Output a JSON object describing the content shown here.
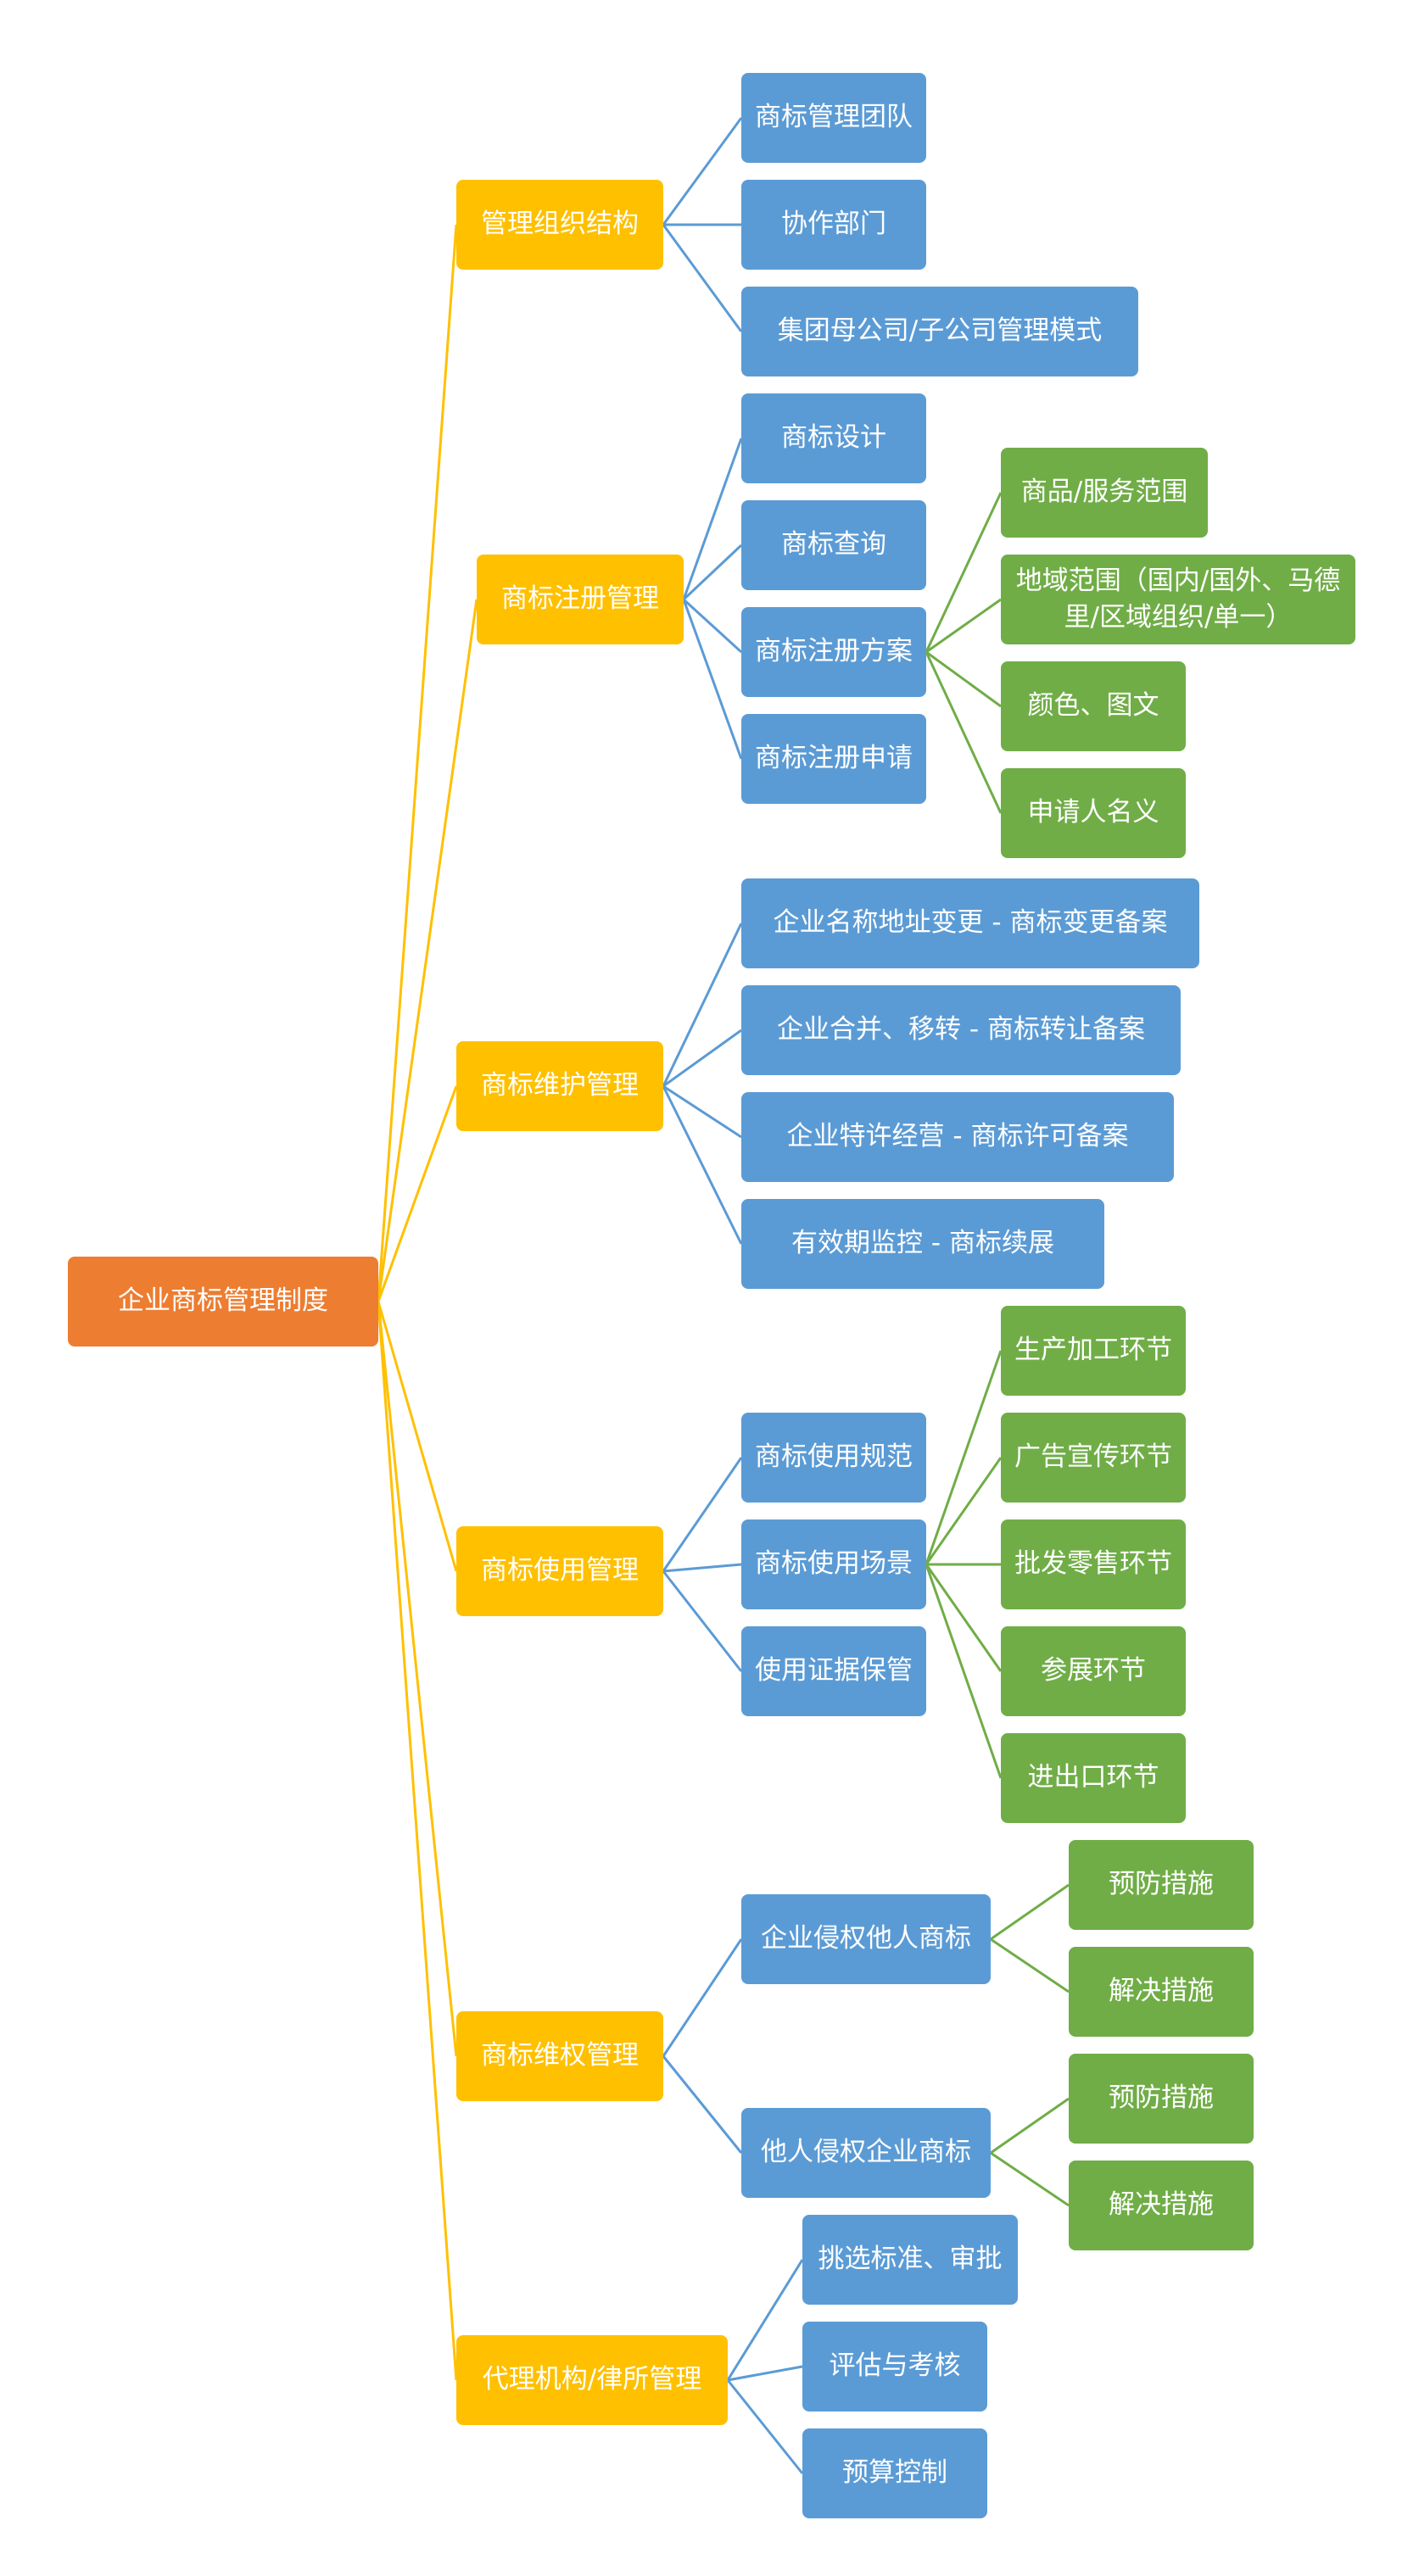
{
  "colors": {
    "root": "#ed7d31",
    "level1": "#ffc000",
    "level2": "#5b9bd5",
    "level3": "#70ad47",
    "edge_level1": "#ffc000",
    "edge_level2": "#5b9bd5",
    "edge_level3": "#70ad47"
  },
  "tree": {
    "root": "企业商标管理制度",
    "branches": [
      {
        "label": "管理组织结构",
        "children": [
          {
            "label": "商标管理团队"
          },
          {
            "label": "协作部门"
          },
          {
            "label": "集团母公司/子公司管理模式"
          }
        ]
      },
      {
        "label": "商标注册管理",
        "children": [
          {
            "label": "商标设计"
          },
          {
            "label": "商标查询"
          },
          {
            "label": "商标注册方案",
            "children": [
              {
                "label": "商品/服务范围"
              },
              {
                "label": "地域范围（国内/国外、马德里/区域组织/单一）"
              },
              {
                "label": "颜色、图文"
              },
              {
                "label": "申请人名义"
              }
            ]
          },
          {
            "label": "商标注册申请"
          }
        ]
      },
      {
        "label": "商标维护管理",
        "children": [
          {
            "label": "企业名称地址变更 - 商标变更备案"
          },
          {
            "label": "企业合并、移转 - 商标转让备案"
          },
          {
            "label": "企业特许经营 - 商标许可备案"
          },
          {
            "label": "有效期监控 - 商标续展"
          }
        ]
      },
      {
        "label": "商标使用管理",
        "children": [
          {
            "label": "商标使用规范"
          },
          {
            "label": "商标使用场景",
            "children": [
              {
                "label": "生产加工环节"
              },
              {
                "label": "广告宣传环节"
              },
              {
                "label": "批发零售环节"
              },
              {
                "label": "参展环节"
              },
              {
                "label": "进出口环节"
              }
            ]
          },
          {
            "label": "使用证据保管"
          }
        ]
      },
      {
        "label": "商标维权管理",
        "children": [
          {
            "label": "企业侵权他人商标",
            "children": [
              {
                "label": "预防措施"
              },
              {
                "label": "解决措施"
              }
            ]
          },
          {
            "label": "他人侵权企业商标",
            "children": [
              {
                "label": "预防措施"
              },
              {
                "label": "解决措施"
              }
            ]
          }
        ]
      },
      {
        "label": "代理机构/律所管理",
        "children": [
          {
            "label": "挑选标准、审批"
          },
          {
            "label": "评估与考核"
          },
          {
            "label": "预算控制"
          }
        ]
      }
    ]
  }
}
